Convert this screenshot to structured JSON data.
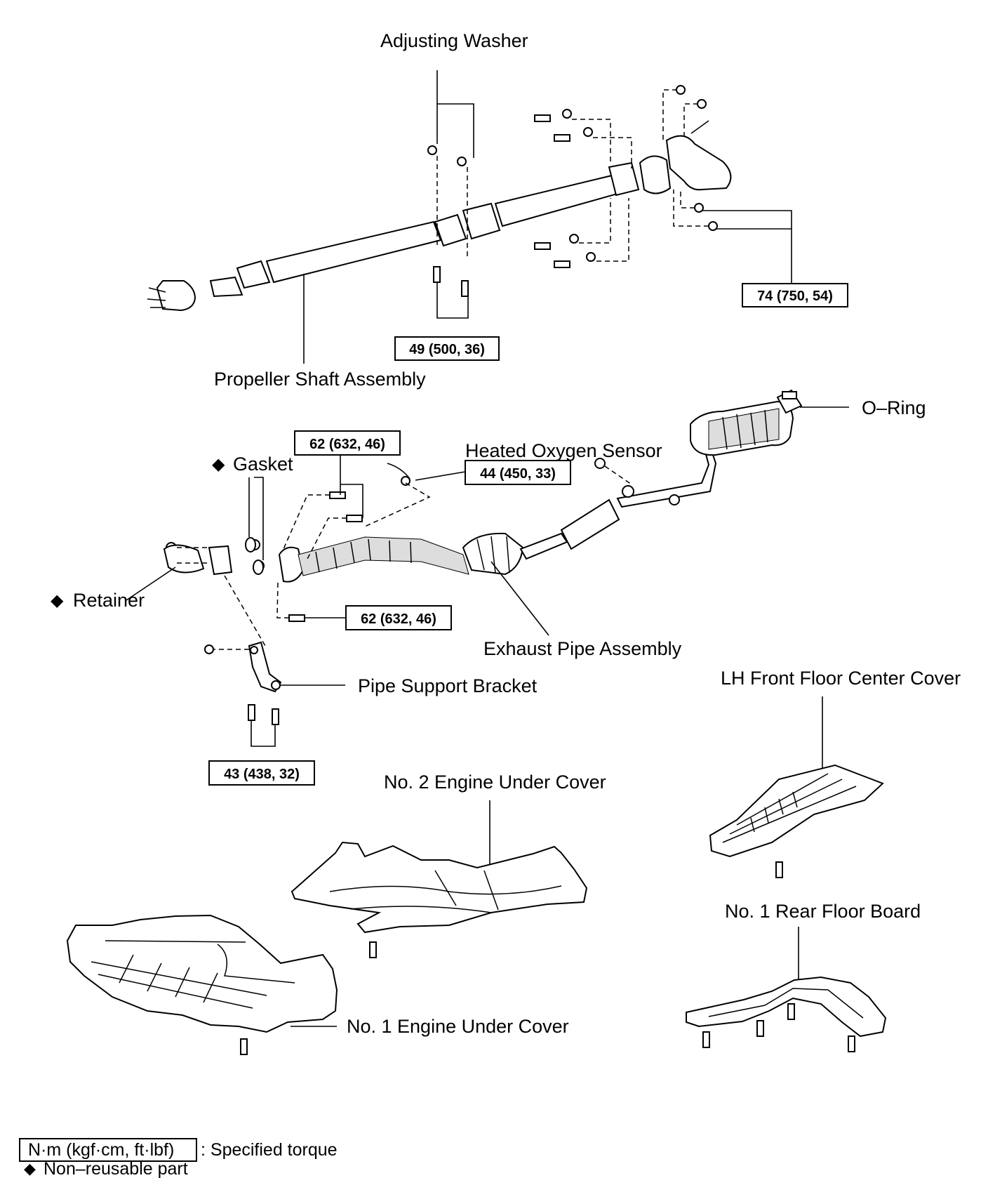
{
  "labels": {
    "adjusting_washer": "Adjusting Washer",
    "propeller_shaft_assembly": "Propeller Shaft Assembly",
    "o_ring": "O–Ring",
    "heated_oxygen_sensor": "Heated Oxygen Sensor",
    "gasket": "Gasket",
    "retainer": "Retainer",
    "exhaust_pipe_assembly": "Exhaust Pipe Assembly",
    "pipe_support_bracket": "Pipe Support Bracket",
    "lh_front_floor_center_cover": "LH Front Floor Center Cover",
    "no2_engine_under_cover": "No. 2 Engine Under Cover",
    "no1_rear_floor_board": "No. 1 Rear Floor Board",
    "no1_engine_under_cover": "No. 1 Engine Under Cover"
  },
  "torques": {
    "shaft_flange": "74 (750, 54)",
    "center_bearing": "49 (500, 36)",
    "manifold_top": "62 (632, 46)",
    "oxygen_sensor": "44 (450, 33)",
    "manifold_bottom": "62 (632, 46)",
    "bracket": "43 (438, 32)"
  },
  "legend": {
    "torque_unit": "N·m (kgf·cm, ft·lbf)",
    "torque_text": ": Specified torque",
    "diamond": "◆",
    "nonreusable_text": "Non–reusable part"
  }
}
